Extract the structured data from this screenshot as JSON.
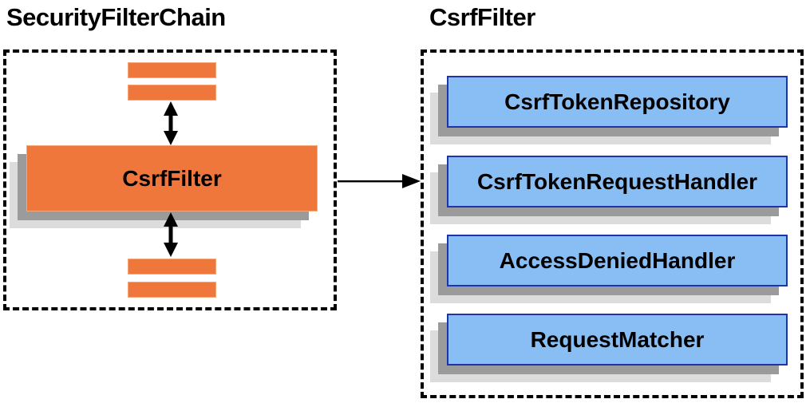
{
  "left_panel": {
    "title": "SecurityFilterChain",
    "filter_node_label": "CsrfFilter"
  },
  "right_panel": {
    "title": "CsrfFilter",
    "components": [
      {
        "label": "CsrfTokenRepository"
      },
      {
        "label": "CsrfTokenRequestHandler"
      },
      {
        "label": "AccessDeniedHandler"
      },
      {
        "label": "RequestMatcher"
      }
    ]
  },
  "colors": {
    "node_orange": "#F0773C",
    "component_blue_fill": "#88BEF4",
    "component_blue_border": "#1D34AD",
    "shadow_dark": "#9b9b9b",
    "shadow_light": "#dcdcdc",
    "dashed_border": "#000000",
    "background": "#ffffff"
  }
}
